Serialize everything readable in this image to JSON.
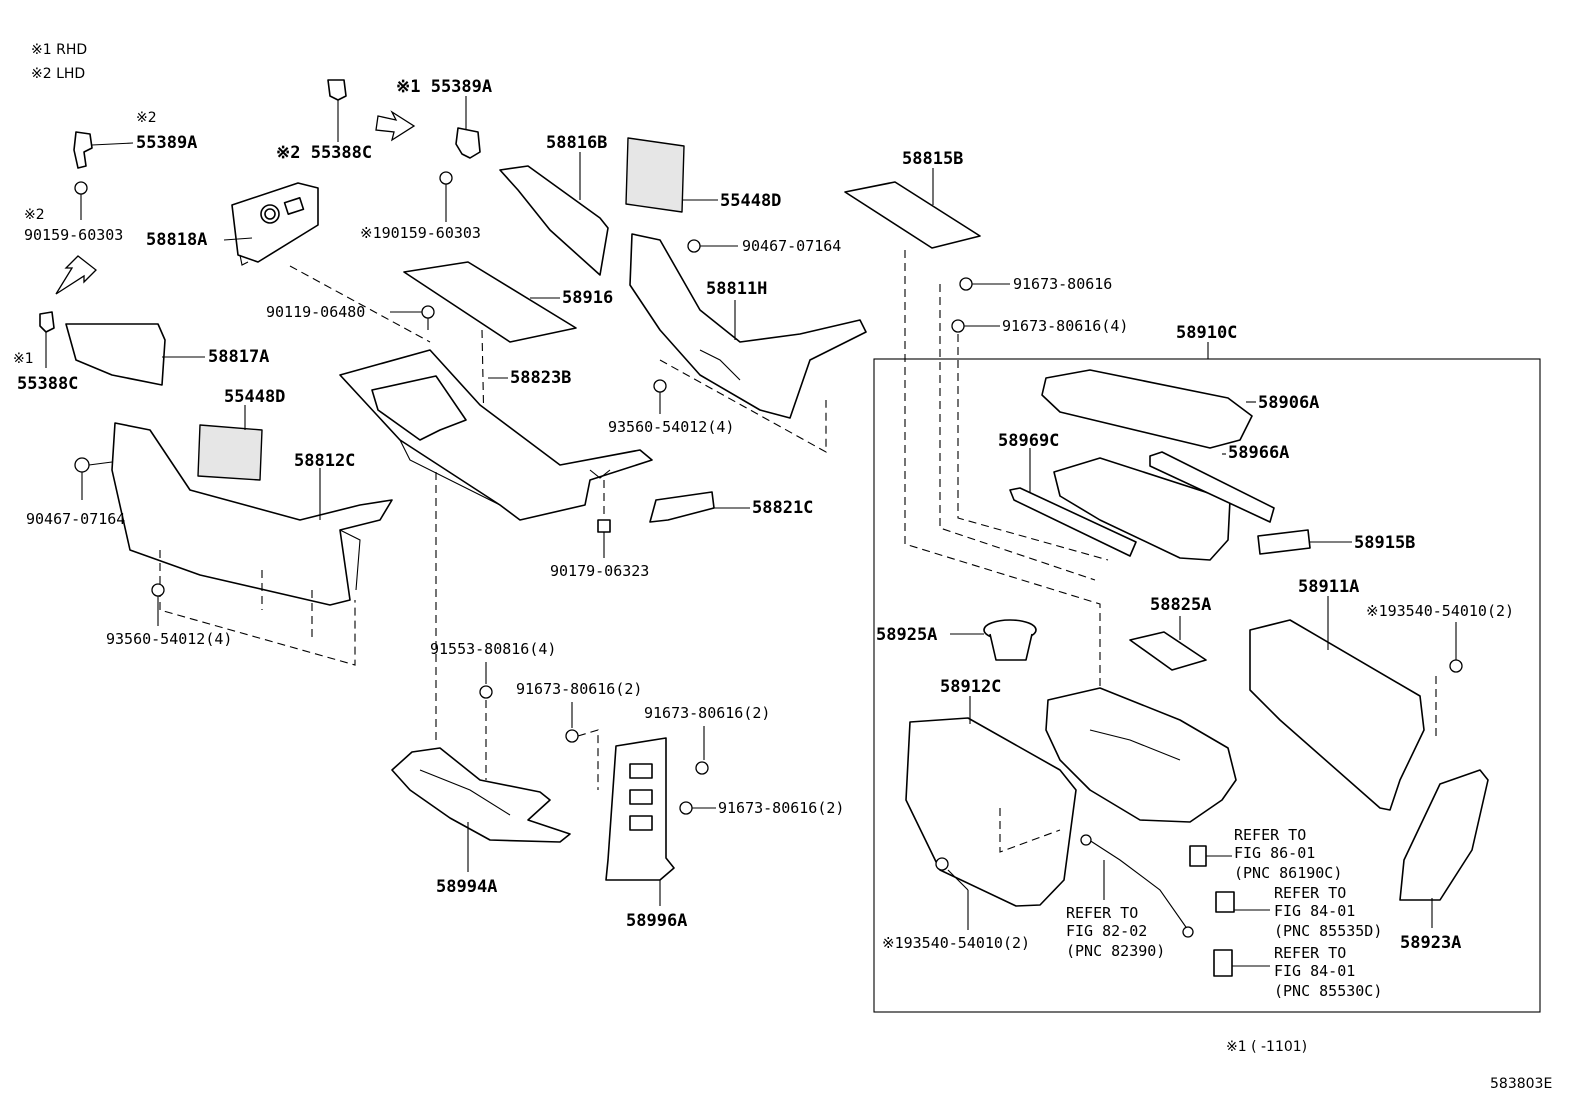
{
  "notes": {
    "n1": "※1 RHD",
    "n2": "※2 LHD",
    "footnote": "※1 (      -1101)",
    "drawing_id": "583803E"
  },
  "labels": {
    "l55389A_a": "55389A",
    "l55389A_a_mark": "※2",
    "l55389A_b": "※1 55389A",
    "l55388C_a": "※2 55388C",
    "l55388C_b": "55388C",
    "l55388C_b_mark": "※1",
    "l90159_a": "90159-60303",
    "l90159_a_mark": "※2",
    "l90159_b": "※190159-60303",
    "l58818A": "58818A",
    "l58816B": "58816B",
    "l55448D_a": "55448D",
    "l55448D_b": "55448D",
    "l58815B": "58815B",
    "l90467_a": "90467-07164",
    "l90467_b": "90467-07164",
    "l91673_a": "91673-80616",
    "l91673_b": "91673-80616(4)",
    "l58910C": "58910C",
    "l58811H": "58811H",
    "l58916": "58916",
    "l90119": "90119-06480",
    "l58817A": "58817A",
    "l58823B": "58823B",
    "l93560_a": "93560-54012(4)",
    "l93560_b": "93560-54012(4)",
    "l58906A": "58906A",
    "l58969C": "58969C",
    "l58966A": "58966A",
    "l58812C": "58812C",
    "l58821C": "58821C",
    "l58915B": "58915B",
    "l90179": "90179-06323",
    "l58911A": "58911A",
    "l93540_a": "※193540-54010(2)",
    "l93540_b": "※193540-54010(2)",
    "l58825A": "58825A",
    "l58925A": "58925A",
    "l91553": "91553-80816(4)",
    "l91673_c": "91673-80616(2)",
    "l91673_d": "91673-80616(2)",
    "l91673_e": "91673-80616(2)",
    "l58912C": "58912C",
    "l58994A": "58994A",
    "l58996A": "58996A",
    "l58923A": "58923A"
  },
  "refs": {
    "r1": [
      "REFER TO",
      "FIG 86-01",
      "(PNC 86190C)"
    ],
    "r2": [
      "REFER TO",
      "FIG 84-01",
      "(PNC 85535D)"
    ],
    "r3": [
      "REFER TO",
      "FIG 84-01",
      "(PNC 85530C)"
    ],
    "r4": [
      "REFER TO",
      "FIG 82-02",
      "(PNC 82390)"
    ]
  }
}
